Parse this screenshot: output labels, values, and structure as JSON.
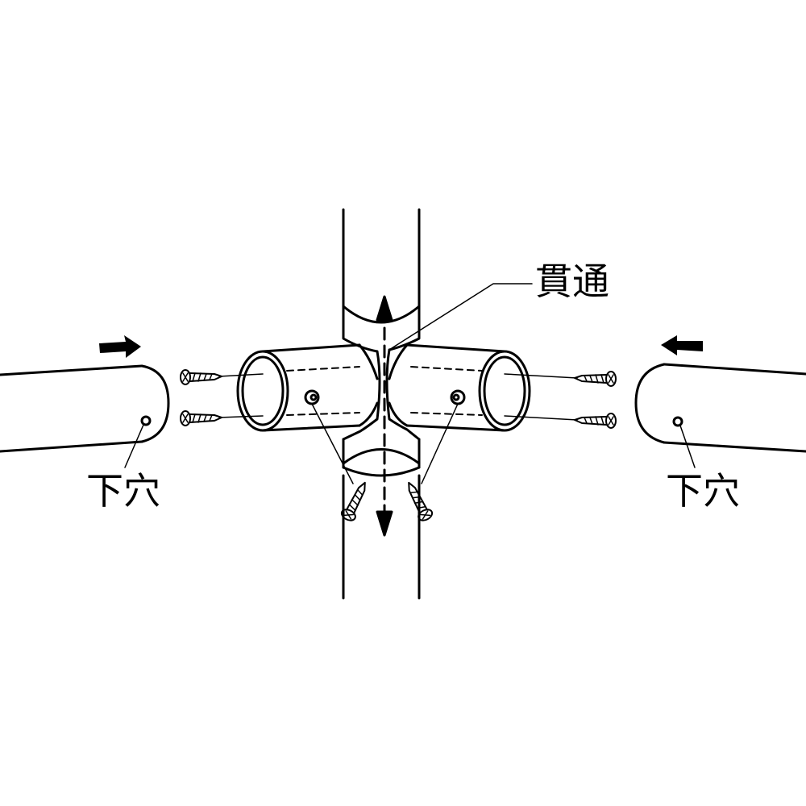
{
  "labels": {
    "through": "貫通",
    "pilot_hole_left": "下穴",
    "pilot_hole_right": "下穴"
  },
  "colors": {
    "ink": "#000000",
    "paper": "#ffffff"
  }
}
